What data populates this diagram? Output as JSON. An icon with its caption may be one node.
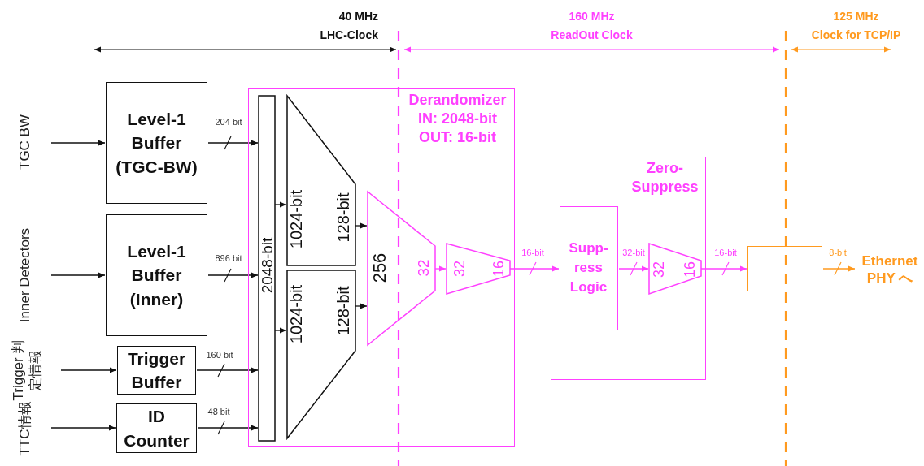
{
  "diagram": {
    "nodes": [
      {
        "text": [
          "TGC BW"
        ]
      },
      {
        "text": [
          "Inner Detectors"
        ]
      },
      {
        "text": [
          "Trigger 判定情報"
        ]
      },
      {
        "text": [
          "TTC情報"
        ]
      },
      {
        "text": [
          "Level-1 Buffer (TGC-BW)"
        ]
      },
      {
        "text": [
          "Level-1 Buffer (Inner)"
        ]
      },
      {
        "text": [
          "Trigger Buffer"
        ]
      },
      {
        "text": [
          "ID Counter"
        ]
      },
      {
        "text": [
          "Derandomizer",
          "IN: 2048-bit OUT: 16-bit"
        ]
      },
      {
        "text": [
          "2048-bit"
        ],
        "in": 8
      },
      {
        "text": [
          "1024-bit",
          "128-bit"
        ],
        "in": 8
      },
      {
        "text": [
          "1024-bit",
          "128-bit"
        ],
        "in": 8
      },
      {
        "text": [
          "256",
          "32"
        ],
        "in": 8
      },
      {
        "text": [
          "32",
          "16"
        ],
        "in": 8
      },
      {
        "text": [
          "Zero- Suppress"
        ]
      },
      {
        "text": [
          "Supp- ress Logic"
        ],
        "in": 14
      },
      {
        "text": [
          "32",
          "16"
        ],
        "in": 14
      },
      {
        "text": [],
        "shape": "box"
      },
      {
        "text": [
          "Ethernet PHY へ"
        ]
      }
    ],
    "edges": [
      {
        "from": 0,
        "to": 4,
        "arrow": "to"
      },
      {
        "from": 1,
        "to": 5,
        "arrow": "to"
      },
      {
        "from": 2,
        "to": 6,
        "arrow": "to"
      },
      {
        "from": 3,
        "to": 7,
        "arrow": "to"
      },
      {
        "from": 4,
        "to": 9,
        "arrow": "to",
        "label": "204 bit"
      },
      {
        "from": 5,
        "to": 9,
        "arrow": "to",
        "label": "896 bit"
      },
      {
        "from": 6,
        "to": 9,
        "arrow": "to",
        "label": "160 bit"
      },
      {
        "from": 7,
        "to": 9,
        "arrow": "to",
        "label": "48 bit"
      },
      {
        "from": 9,
        "to": 10,
        "arrow": "to"
      },
      {
        "from": 9,
        "to": 11,
        "arrow": "to"
      },
      {
        "from": 10,
        "to": 12,
        "arrow": "to"
      },
      {
        "from": 11,
        "to": 12,
        "arrow": "to"
      },
      {
        "from": 12,
        "to": 13,
        "arrow": "to",
        "color": "#ff40ff"
      },
      {
        "from": 13,
        "to": 15,
        "arrow": "to",
        "label": "16-bit",
        "color": "#ff40ff"
      },
      {
        "from": 15,
        "to": 16,
        "arrow": "to",
        "label": "32-bit",
        "color": "#ff40ff"
      },
      {
        "from": 16,
        "to": 17,
        "arrow": "to",
        "label": "16-bit",
        "color": "#ff40ff"
      },
      {
        "from": 17,
        "to": 18,
        "arrow": "to",
        "label": "8-bit",
        "color": "#ff9a1f"
      }
    ],
    "labels": [
      "40 MHz",
      "LHC-Clock",
      "160 MHz",
      "ReadOut Clock",
      "125 MHz",
      "Clock for TCP/IP"
    ]
  }
}
